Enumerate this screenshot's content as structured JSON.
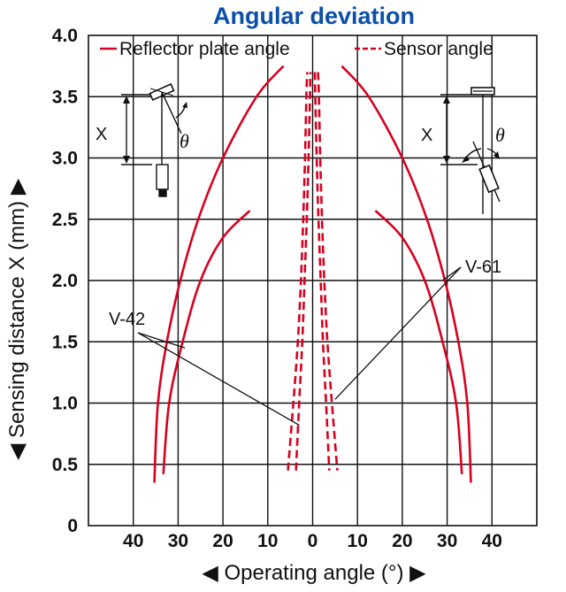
{
  "chart_data": {
    "type": "line",
    "title": "Angular deviation",
    "xlabel": "◀ Operating angle (°) ▶",
    "ylabel": "◀ Sensing distance X (mm) ▶",
    "xlim": [
      -50,
      50
    ],
    "ylim": [
      0,
      4.0
    ],
    "x_tick_values": [
      -40,
      -30,
      -20,
      -10,
      0,
      10,
      20,
      30,
      40
    ],
    "x_tick_labels": [
      "40",
      "30",
      "20",
      "10",
      "0",
      "10",
      "20",
      "30",
      "40"
    ],
    "y_tick_values": [
      0,
      0.5,
      1.0,
      1.5,
      2.0,
      2.5,
      3.0,
      3.5,
      4.0
    ],
    "y_tick_labels": [
      "0",
      "0.5",
      "1.0",
      "1.5",
      "2.0",
      "2.5",
      "3.0",
      "3.5",
      "4.0"
    ],
    "grid": true,
    "legend": {
      "position": "top",
      "entries": [
        {
          "label": "Reflector plate angle",
          "style": "solid",
          "color": "#d7001f"
        },
        {
          "label": "Sensor angle",
          "style": "dashed",
          "color": "#d7001f"
        }
      ]
    },
    "series": [
      {
        "model": "V-61",
        "kind": "reflector",
        "style": "solid",
        "color": "#d7001f",
        "points": [
          [
            -35.3,
            0.35
          ],
          [
            -34.5,
            1.0
          ],
          [
            -32.5,
            1.5
          ],
          [
            -29.5,
            2.0
          ],
          [
            -25.5,
            2.5
          ],
          [
            -20.0,
            3.0
          ],
          [
            -12.5,
            3.5
          ],
          [
            -6.5,
            3.75
          ]
        ]
      },
      {
        "model": "V-61",
        "kind": "reflector",
        "style": "solid",
        "color": "#d7001f",
        "points": [
          [
            6.5,
            3.75
          ],
          [
            12.5,
            3.5
          ],
          [
            20.0,
            3.0
          ],
          [
            25.5,
            2.5
          ],
          [
            29.5,
            2.0
          ],
          [
            32.5,
            1.5
          ],
          [
            34.5,
            1.0
          ],
          [
            35.3,
            0.35
          ]
        ]
      },
      {
        "model": "V-42",
        "kind": "reflector",
        "style": "solid",
        "color": "#d7001f",
        "points": [
          [
            -33.3,
            0.42
          ],
          [
            -32.0,
            1.0
          ],
          [
            -29.0,
            1.5
          ],
          [
            -25.0,
            2.0
          ],
          [
            -20.0,
            2.35
          ],
          [
            -14.0,
            2.57
          ]
        ]
      },
      {
        "model": "V-42",
        "kind": "reflector",
        "style": "solid",
        "color": "#d7001f",
        "points": [
          [
            14.0,
            2.57
          ],
          [
            20.0,
            2.35
          ],
          [
            25.0,
            2.0
          ],
          [
            29.0,
            1.5
          ],
          [
            32.0,
            1.0
          ],
          [
            33.3,
            0.42
          ]
        ]
      },
      {
        "model": "V-61",
        "kind": "sensor",
        "style": "dashed",
        "color": "#d7001f",
        "points": [
          [
            -5.5,
            0.45
          ],
          [
            -4.3,
            1.0
          ],
          [
            -3.3,
            1.5
          ],
          [
            -2.6,
            2.0
          ],
          [
            -2.1,
            2.5
          ],
          [
            -1.7,
            3.0
          ],
          [
            -1.4,
            3.5
          ],
          [
            -1.2,
            3.7
          ]
        ]
      },
      {
        "model": "V-61",
        "kind": "sensor",
        "style": "dashed",
        "color": "#d7001f",
        "points": [
          [
            1.2,
            3.7
          ],
          [
            1.4,
            3.5
          ],
          [
            1.7,
            3.0
          ],
          [
            2.1,
            2.5
          ],
          [
            2.6,
            2.0
          ],
          [
            3.3,
            1.5
          ],
          [
            4.3,
            1.0
          ],
          [
            5.5,
            0.45
          ]
        ]
      },
      {
        "model": "V-42",
        "kind": "sensor",
        "style": "dashed",
        "color": "#d7001f",
        "points": [
          [
            -3.7,
            0.45
          ],
          [
            -3.0,
            1.0
          ],
          [
            -2.3,
            1.5
          ],
          [
            -1.8,
            2.0
          ],
          [
            -1.3,
            2.5
          ],
          [
            -0.9,
            3.0
          ],
          [
            -0.6,
            3.5
          ],
          [
            -0.5,
            3.7
          ]
        ]
      },
      {
        "model": "V-42",
        "kind": "sensor",
        "style": "dashed",
        "color": "#d7001f",
        "points": [
          [
            0.5,
            3.7
          ],
          [
            0.6,
            3.5
          ],
          [
            0.9,
            3.0
          ],
          [
            1.3,
            2.5
          ],
          [
            1.8,
            2.0
          ],
          [
            2.3,
            1.5
          ],
          [
            3.0,
            1.0
          ],
          [
            3.7,
            0.45
          ]
        ]
      }
    ],
    "annotations": [
      {
        "text": "V-42",
        "leaders_to": [
          [
            -28.5,
            1.45
          ],
          [
            -3.0,
            0.82
          ]
        ]
      },
      {
        "text": "V-61",
        "leaders_to": [
          [
            29.0,
            2.0
          ],
          [
            5.0,
            1.03
          ]
        ]
      }
    ]
  },
  "diagrams": {
    "left": {
      "distance_label": "X",
      "angle_label": "θ"
    },
    "right": {
      "distance_label": "X",
      "angle_label": "θ"
    }
  }
}
